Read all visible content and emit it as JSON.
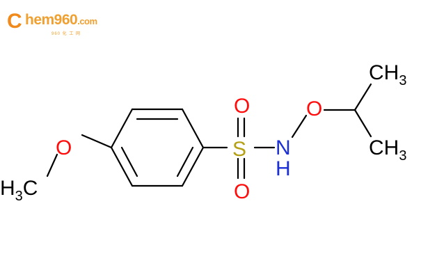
{
  "logo": {
    "initial": "C",
    "word": "hem960",
    "domain": ".com",
    "tagline": "960 化 工 网"
  },
  "colors": {
    "oxygen": "#ff0d0d",
    "sulfur": "#b4a014",
    "nitrogen": "#1a2fd6",
    "carbon": "#000000",
    "logo_orange": "#f0a030"
  },
  "atoms": {
    "o_methoxy": "O",
    "h3c_main": "H",
    "h3c_sub": "3",
    "h3c_c": "C",
    "s": "S",
    "o_top": "O",
    "o_bottom": "O",
    "n": "N",
    "nh_h": "H",
    "o_ether": "O",
    "ch3_top_c": "CH",
    "ch3_top_sub": "3",
    "ch3_bot_c": "CH",
    "ch3_bot_sub": "3"
  }
}
